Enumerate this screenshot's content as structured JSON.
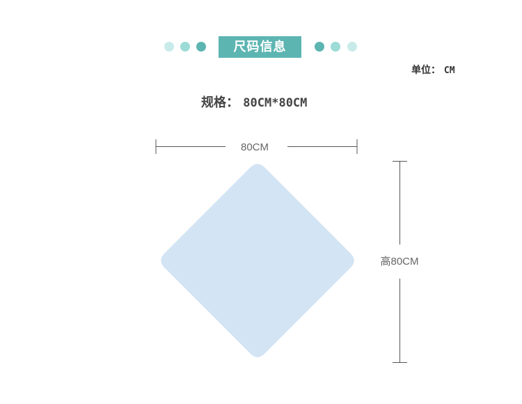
{
  "header": {
    "title": "尺码信息",
    "accent_color": "#5db5b2",
    "dots_left": [
      "#c8ebea",
      "#9cdbd6",
      "#5db5b2"
    ],
    "dots_right": [
      "#5db5b2",
      "#9cdbd6",
      "#c8ebea"
    ]
  },
  "unit": {
    "label": "单位：",
    "value": "CM"
  },
  "spec": {
    "label": "规格：",
    "value": "80CM*80CM"
  },
  "dimensions": {
    "width_label": "80CM",
    "height_label": "高80CM",
    "line_color": "#555555",
    "label_color": "#666666"
  },
  "shape": {
    "kind": "rounded-diamond",
    "fill": "#d3e4f4"
  }
}
